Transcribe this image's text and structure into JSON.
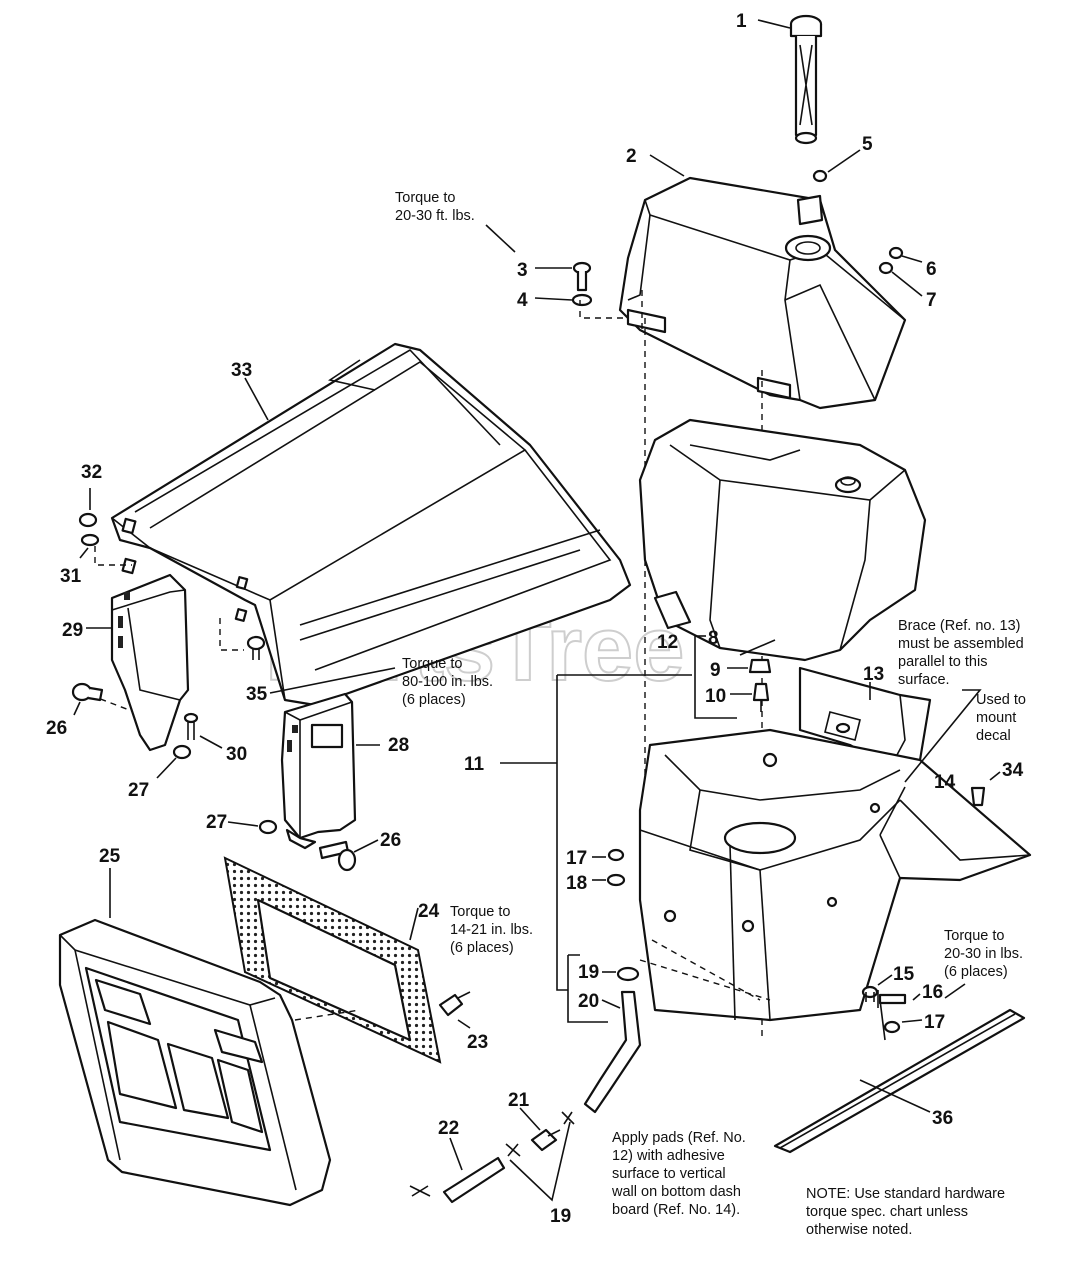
{
  "watermark": {
    "text": "PartsTree",
    "tm": "TM"
  },
  "callouts": {
    "c1": "1",
    "c2": "2",
    "c3": "3",
    "c4": "4",
    "c5": "5",
    "c6": "6",
    "c7": "7",
    "c8": "8",
    "c9": "9",
    "c10": "10",
    "c11": "11",
    "c12": "12",
    "c13": "13",
    "c14": "14",
    "c15": "15",
    "c16": "16",
    "c17a": "17",
    "c17b": "17",
    "c18": "18",
    "c19a": "19",
    "c19b": "19",
    "c20": "20",
    "c21": "21",
    "c22": "22",
    "c23": "23",
    "c24": "24",
    "c25": "25",
    "c26a": "26",
    "c26b": "26",
    "c27a": "27",
    "c27b": "27",
    "c28": "28",
    "c29": "29",
    "c30": "30",
    "c31": "31",
    "c32": "32",
    "c33": "33",
    "c34": "34",
    "c35": "35",
    "c36": "36"
  },
  "notes": {
    "torque_3": [
      "Torque to",
      "20-30 ft. lbs."
    ],
    "torque_35": [
      "Torque to",
      "80-100 in. lbs.",
      "(6 places)"
    ],
    "torque_23": [
      "Torque to",
      "14-21 in. lbs.",
      "(6 places)"
    ],
    "torque_16": [
      "Torque to",
      "20-30 in lbs.",
      "(6 places)"
    ],
    "brace": [
      "Brace (Ref. no. 13)",
      "must be assembled",
      "parallel to this",
      "surface."
    ],
    "decal": [
      "Used to",
      "mount",
      "decal"
    ],
    "pads": [
      "Apply pads (Ref. No.",
      "12) with adhesive",
      "surface to vertical",
      "wall on bottom dash",
      "board (Ref. No. 14)."
    ],
    "hardware": [
      "NOTE: Use standard hardware",
      "torque spec. chart unless",
      "otherwise noted."
    ]
  }
}
